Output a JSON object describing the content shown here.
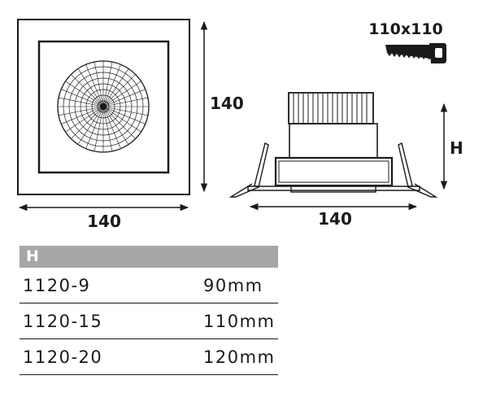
{
  "front_view": {
    "width_label": "140",
    "height_label": "140"
  },
  "side_view": {
    "width_label": "140",
    "height_label": "H"
  },
  "cutout": {
    "label": "110x110",
    "icon": "saw-icon"
  },
  "table": {
    "header": "H",
    "rows": [
      {
        "model": "1120-9",
        "height": "90mm"
      },
      {
        "model": "1120-15",
        "height": "110mm"
      },
      {
        "model": "1120-20",
        "height": "120mm"
      }
    ]
  },
  "colors": {
    "line": "#1a1a1a",
    "header_bg": "#a6a6a6",
    "header_text": "#ffffff"
  }
}
